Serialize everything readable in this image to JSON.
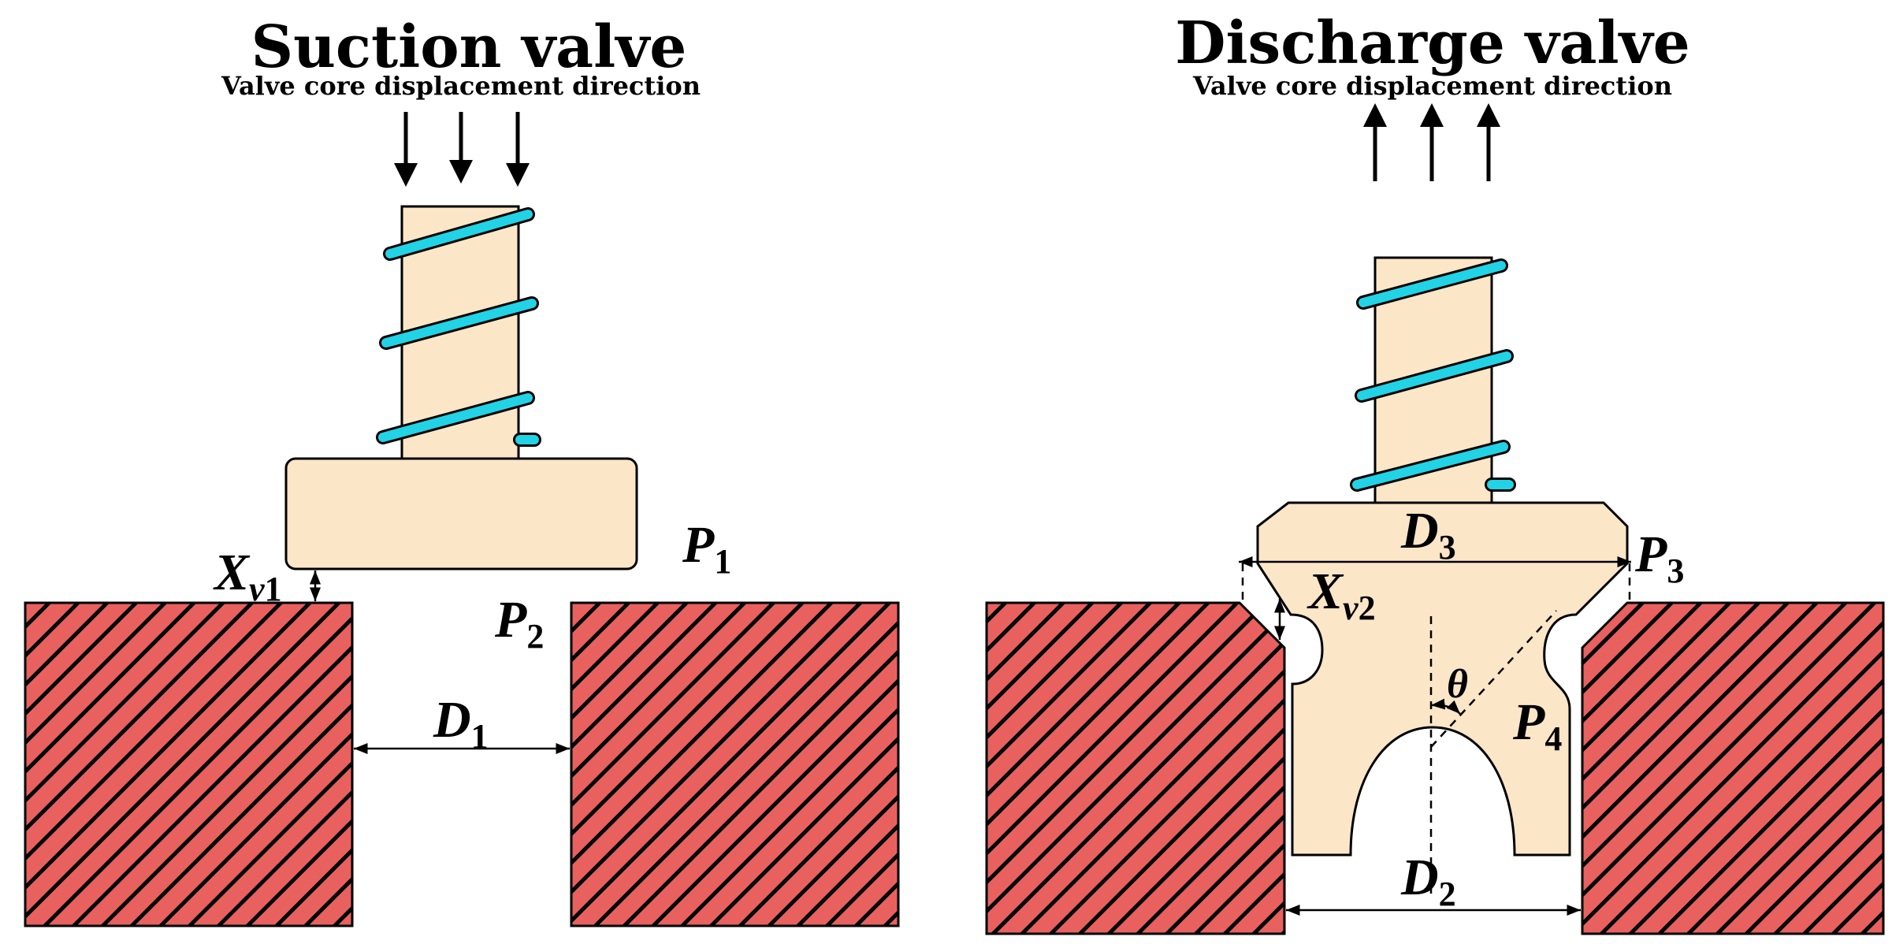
{
  "suction": {
    "title": "Suction valve",
    "direction_label": "Valve core displacement direction",
    "labels": {
      "xv1": {
        "base": "X",
        "sub_italic": "v",
        "sub_num": "1"
      },
      "p1": {
        "base": "P",
        "sub": "1"
      },
      "p2": {
        "base": "P",
        "sub": "2"
      },
      "d1": {
        "base": "D",
        "sub": "1"
      }
    }
  },
  "discharge": {
    "title": "Discharge valve",
    "direction_label": "Valve core displacement direction",
    "labels": {
      "d3": {
        "base": "D",
        "sub": "3"
      },
      "p3": {
        "base": "P",
        "sub": "3"
      },
      "xv2": {
        "base": "X",
        "sub_italic": "v",
        "sub_num": "2"
      },
      "theta": {
        "base": "θ"
      },
      "p4": {
        "base": "P",
        "sub": "4"
      },
      "d2": {
        "base": "D",
        "sub": "2"
      }
    }
  },
  "colors": {
    "valve_body": "#fce6c8",
    "spring": "#22d3e6",
    "seat_hatch": "#e8615f",
    "outline": "#000000"
  }
}
